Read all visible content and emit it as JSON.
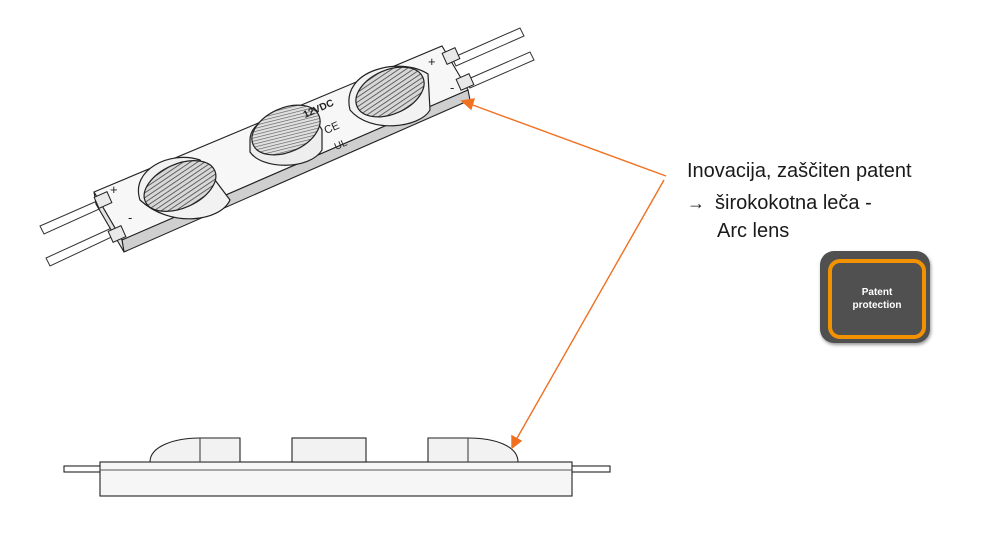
{
  "module_print": {
    "voltage": "12VDC",
    "ce_mark": "CE",
    "ul_mark": "UL"
  },
  "polarity": {
    "plus": "+",
    "minus": "-"
  },
  "annotation": {
    "title": "Inovacija, zaščiten patent",
    "arrow_symbol": "→",
    "line1": "širokokotna leča -",
    "line2": "Arc lens"
  },
  "badge": {
    "line1": "Patent",
    "line2": "protection"
  },
  "colors": {
    "callout": "#f07020",
    "badge_bg": "#505050",
    "badge_border": "#f39200"
  }
}
